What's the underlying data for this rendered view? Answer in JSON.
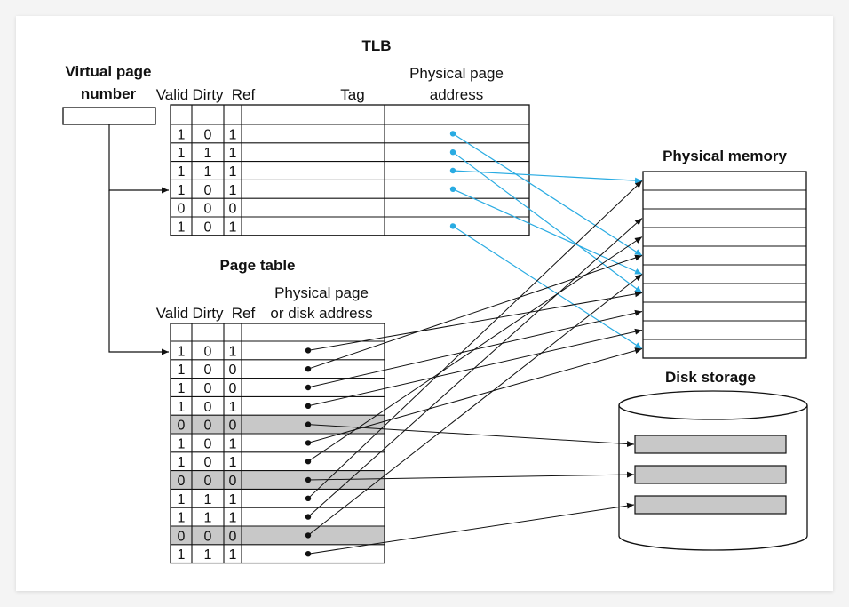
{
  "labels": {
    "tlb_title": "TLB",
    "virtual_page_line1": "Virtual page",
    "virtual_page_line2": "number",
    "tlb_col_valid": "Valid",
    "tlb_col_dirty": "Dirty",
    "tlb_col_ref": "Ref",
    "tlb_col_tag": "Tag",
    "tlb_col_phys_line1": "Physical page",
    "tlb_col_phys_line2": "address",
    "physical_memory": "Physical memory",
    "page_table_title": "Page table",
    "pt_col_valid": "Valid",
    "pt_col_dirty": "Dirty",
    "pt_col_ref": "Ref",
    "pt_col_phys_line1": "Physical page",
    "pt_col_phys_line2": "or disk address",
    "disk_storage": "Disk storage"
  },
  "tlb_rows": [
    {
      "valid": "1",
      "dirty": "0",
      "ref": "1",
      "pointer": true
    },
    {
      "valid": "1",
      "dirty": "1",
      "ref": "1",
      "pointer": true
    },
    {
      "valid": "1",
      "dirty": "1",
      "ref": "1",
      "pointer": true
    },
    {
      "valid": "1",
      "dirty": "0",
      "ref": "1",
      "pointer": true
    },
    {
      "valid": "0",
      "dirty": "0",
      "ref": "0",
      "pointer": false
    },
    {
      "valid": "1",
      "dirty": "0",
      "ref": "1",
      "pointer": true
    }
  ],
  "page_table_rows": [
    {
      "valid": "1",
      "dirty": "0",
      "ref": "1",
      "on_disk": false
    },
    {
      "valid": "1",
      "dirty": "0",
      "ref": "0",
      "on_disk": false
    },
    {
      "valid": "1",
      "dirty": "0",
      "ref": "0",
      "on_disk": false
    },
    {
      "valid": "1",
      "dirty": "0",
      "ref": "1",
      "on_disk": false
    },
    {
      "valid": "0",
      "dirty": "0",
      "ref": "0",
      "on_disk": true
    },
    {
      "valid": "1",
      "dirty": "0",
      "ref": "1",
      "on_disk": false
    },
    {
      "valid": "1",
      "dirty": "0",
      "ref": "1",
      "on_disk": false
    },
    {
      "valid": "0",
      "dirty": "0",
      "ref": "0",
      "on_disk": true
    },
    {
      "valid": "1",
      "dirty": "1",
      "ref": "1",
      "on_disk": false
    },
    {
      "valid": "1",
      "dirty": "1",
      "ref": "1",
      "on_disk": false
    },
    {
      "valid": "0",
      "dirty": "0",
      "ref": "0",
      "on_disk": true
    },
    {
      "valid": "1",
      "dirty": "1",
      "ref": "1",
      "on_disk": false
    }
  ],
  "physical_memory_frames": 10,
  "disk_blocks": 3,
  "tlb_to_memory": [
    [
      0,
      4
    ],
    [
      1,
      6
    ],
    [
      2,
      0
    ],
    [
      3,
      5
    ],
    [
      5,
      9
    ]
  ],
  "page_table_to_storage": [
    {
      "row": 0,
      "target": "memory",
      "frame": 6
    },
    {
      "row": 1,
      "target": "memory",
      "frame": 4
    },
    {
      "row": 2,
      "target": "memory",
      "frame": 7
    },
    {
      "row": 3,
      "target": "memory",
      "frame": 8
    },
    {
      "row": 4,
      "target": "disk",
      "block": 0
    },
    {
      "row": 5,
      "target": "memory",
      "frame": 9
    },
    {
      "row": 6,
      "target": "memory",
      "frame": 3
    },
    {
      "row": 7,
      "target": "disk",
      "block": 1
    },
    {
      "row": 8,
      "target": "memory",
      "frame": 0
    },
    {
      "row": 9,
      "target": "memory",
      "frame": 2
    },
    {
      "row": 10,
      "target": "memory",
      "frame": 5
    },
    {
      "row": 11,
      "target": "disk",
      "block": 2
    }
  ],
  "colors": {
    "tlb_arrow": "#29abe2",
    "line": "#111111",
    "shaded": "#c8c8c8",
    "background": "#ffffff"
  }
}
